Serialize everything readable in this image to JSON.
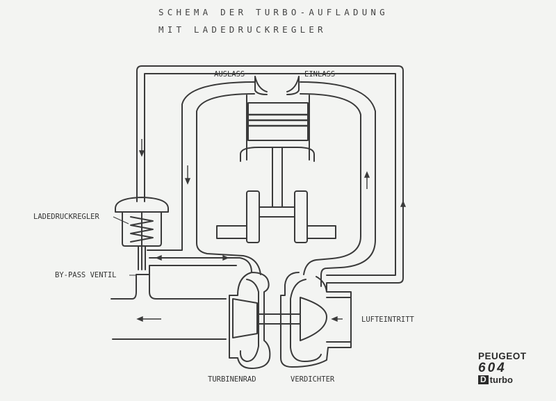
{
  "title": {
    "line1": "SCHEMA DER TURBO-AUFLADUNG",
    "line2": "MIT LADEDRUCKREGLER"
  },
  "labels": {
    "auslass": "AUSLASS",
    "einlass": "EINLASS",
    "ladedruckregler": "LADEDRUCKREGLER",
    "bypass": "BY-PASS VENTIL",
    "lufteintritt": "LUFTEINTRITT",
    "turbinenrad": "TURBINENRAD",
    "verdichter": "VERDICHTER"
  },
  "logo": {
    "brand": "PEUGEOT",
    "model": "604",
    "variant_mark": "D",
    "variant_text": "turbo"
  },
  "colors": {
    "paper": "#f3f4f2",
    "ink": "#3a3a3a"
  }
}
